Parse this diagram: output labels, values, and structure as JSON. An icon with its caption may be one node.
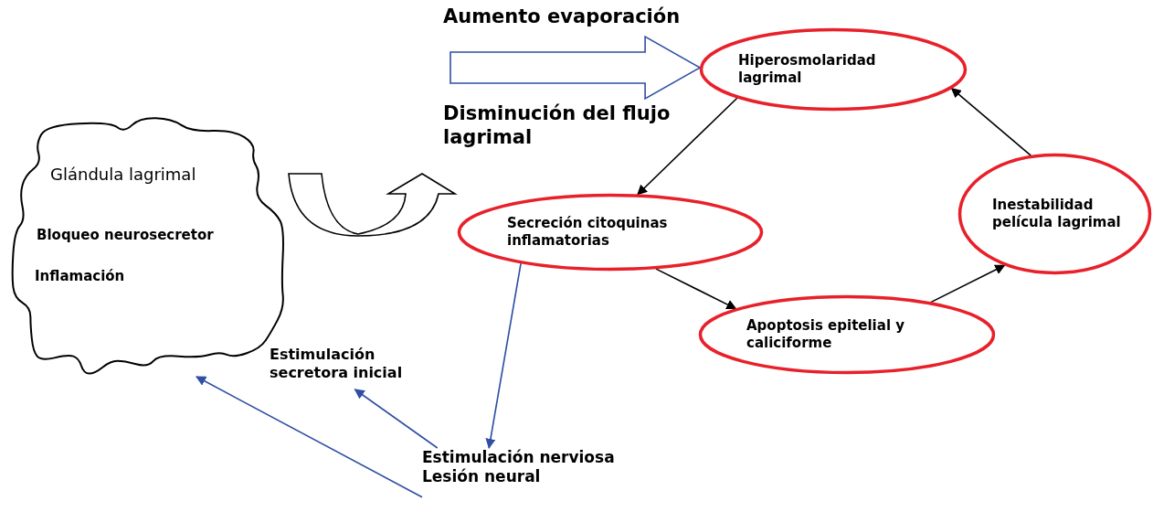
{
  "diagram": {
    "nodes": [
      {
        "text": [
          "Glándula lagrimal",
          "Bloqueo neurosecretor",
          "Inflamación"
        ]
      },
      {
        "text": [
          "Aumento evaporación"
        ]
      },
      {
        "text": [
          "Disminución del flujo lagrimal"
        ]
      },
      {
        "text": [
          "Hiperosmolaridad lagrimal"
        ]
      },
      {
        "text": [
          "Secreción citoquinas inflamatorias"
        ]
      },
      {
        "text": [
          "Apoptosis epitelial y caliciforme"
        ]
      },
      {
        "text": [
          "Inestabilidad película lagrimal"
        ]
      },
      {
        "text": [
          "Estimulación secretora inicial"
        ]
      },
      {
        "text": [
          "Estimulación nerviosa",
          "Lesión neural"
        ]
      }
    ],
    "edges": [
      {
        "from": null,
        "to": 3,
        "arrow": "to",
        "style": "thick",
        "color": "#2e4fa3"
      },
      {
        "from": 0,
        "to": 2,
        "arrow": "to",
        "style": "thick"
      },
      {
        "from": 3,
        "to": 4,
        "arrow": "to"
      },
      {
        "from": 4,
        "to": 5,
        "arrow": "to"
      },
      {
        "from": 5,
        "to": 6,
        "arrow": "to"
      },
      {
        "from": 6,
        "to": 3,
        "arrow": "to"
      },
      {
        "from": 4,
        "to": 8,
        "arrow": "to",
        "color": "#2e4fa3"
      },
      {
        "from": 8,
        "to": 7,
        "arrow": "to",
        "color": "#2e4fa3"
      },
      {
        "from": 8,
        "to": 0,
        "arrow": "to",
        "color": "#2e4fa3"
      }
    ]
  }
}
